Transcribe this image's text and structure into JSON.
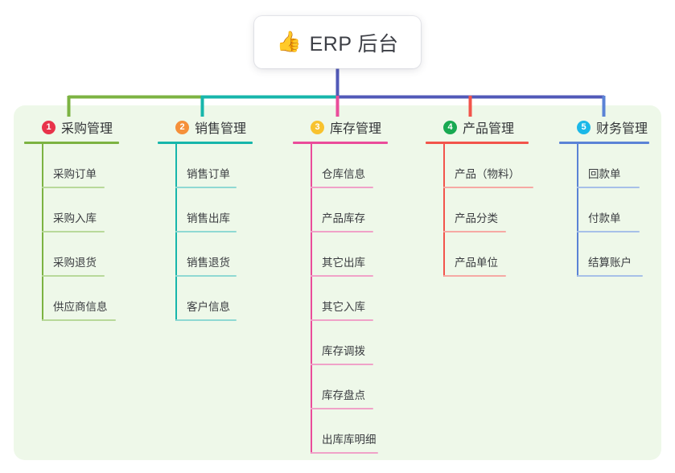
{
  "root": {
    "icon": "thumbs-up-icon",
    "icon_glyph": "👍",
    "title": "ERP 后台"
  },
  "panel": {
    "background_color": "#eef8e9"
  },
  "connectors": {
    "stem_color": "#5159b8",
    "bus_segments": [
      {
        "color": "#7cb342",
        "note": "left segment to column 1"
      },
      {
        "color": "#17b6ab",
        "note": "segment toward column 2"
      },
      {
        "color": "#5159b8",
        "note": "right segment to columns 4 and 5"
      }
    ],
    "drops": [
      {
        "color": "#7cb342"
      },
      {
        "color": "#17b6ab"
      },
      {
        "color": "#ea4c9a"
      },
      {
        "color": "#f2544b"
      },
      {
        "color": "#5b83d6"
      }
    ]
  },
  "columns": [
    {
      "number": "1",
      "title": "采购管理",
      "badge_color": "#e8334a",
      "line_color": "#7cb342",
      "leaf_line_color": "#b8d99a",
      "items": [
        {
          "label": "采购订单"
        },
        {
          "label": "采购入库"
        },
        {
          "label": "采购退货"
        },
        {
          "label": "供应商信息"
        }
      ]
    },
    {
      "number": "2",
      "title": "销售管理",
      "badge_color": "#f5903a",
      "line_color": "#17b6ab",
      "leaf_line_color": "#8fd9d3",
      "items": [
        {
          "label": "销售订单"
        },
        {
          "label": "销售出库"
        },
        {
          "label": "销售退货"
        },
        {
          "label": "客户信息"
        }
      ]
    },
    {
      "number": "3",
      "title": "库存管理",
      "badge_color": "#f8c22e",
      "line_color": "#ea4c9a",
      "leaf_line_color": "#f0a2c8",
      "items": [
        {
          "label": "仓库信息"
        },
        {
          "label": "产品库存"
        },
        {
          "label": "其它出库"
        },
        {
          "label": "其它入库"
        },
        {
          "label": "库存调拨"
        },
        {
          "label": "库存盘点"
        },
        {
          "label": "出库库明细"
        }
      ]
    },
    {
      "number": "4",
      "title": "产品管理",
      "badge_color": "#18a951",
      "line_color": "#f2544b",
      "leaf_line_color": "#f6a9a4",
      "items": [
        {
          "label": "产品（物料）"
        },
        {
          "label": "产品分类"
        },
        {
          "label": "产品单位"
        }
      ]
    },
    {
      "number": "5",
      "title": "财务管理",
      "badge_color": "#1bb8e8",
      "line_color": "#5b83d6",
      "leaf_line_color": "#a7c0e8",
      "items": [
        {
          "label": "回款单"
        },
        {
          "label": "付款单"
        },
        {
          "label": "结算账户"
        }
      ]
    }
  ]
}
